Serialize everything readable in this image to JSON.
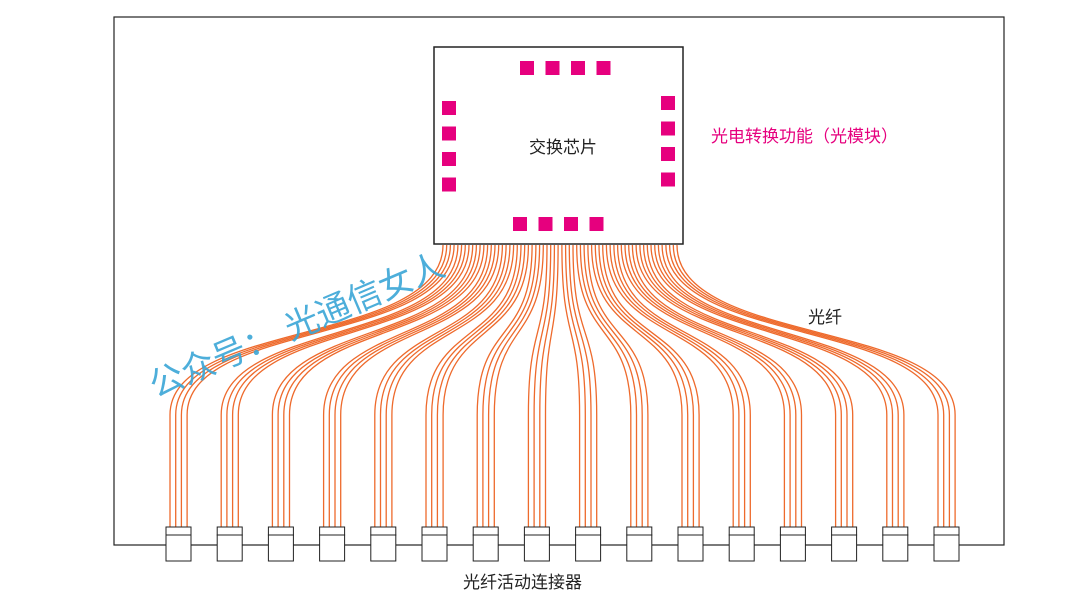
{
  "chip": {
    "label": "交换芯片"
  },
  "module": {
    "label": "光电转换功能（光模块）"
  },
  "fiber": {
    "label": "光纤"
  },
  "connector": {
    "label": "光纤活动连接器"
  },
  "watermark": {
    "text": "公众号： 光通信女人"
  },
  "counts": {
    "pads_per_side": 4,
    "connectors": 16,
    "fibers_per_connector": 4
  },
  "colors": {
    "pad": "#e6007e",
    "fiber": "#ee6a2c",
    "module_text": "#e6007e",
    "watermark": "#3aa6d6",
    "outline": "#222222"
  }
}
